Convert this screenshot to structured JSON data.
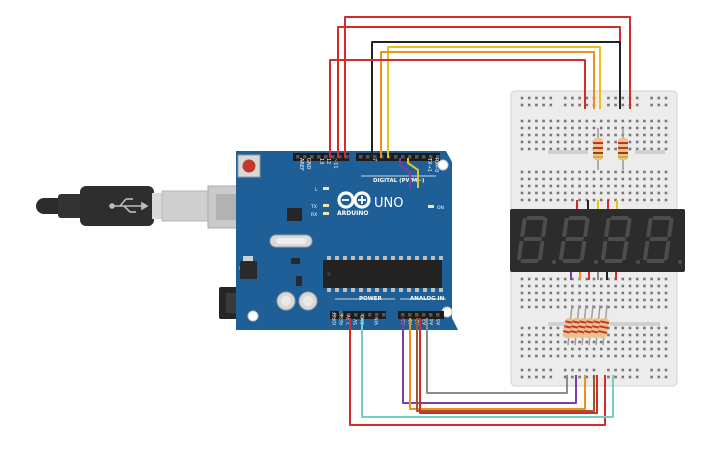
{
  "board": {
    "brand": "ARDUINO",
    "model": "UNO",
    "digital_label": "DIGITAL (PWM~)",
    "power_label": "POWER",
    "analog_label": "ANALOG IN",
    "on_label": "ON",
    "led_l": "L",
    "led_tx": "TX",
    "led_rx": "RX",
    "aref": "AREF",
    "gnd": "GND",
    "pin13": "13",
    "pin12": "12",
    "pin11": "~11",
    "pin7": "7",
    "ioref": "IOREF",
    "reset": "RESET",
    "v33": "3.3V",
    "v5": "5V",
    "gnd_p": "GND",
    "vin": "VIN",
    "a0": "A0",
    "a1": "A1",
    "a2": "A2",
    "a3": "A3",
    "a4": "A4",
    "a5": "A5",
    "tx1": "TX→1",
    "rx0": "RX←0"
  },
  "colors": {
    "board": "#1d5f96",
    "breadboard": "#ececec",
    "display": "#2c2c2c",
    "segment": "#4d4d4d",
    "wire_red": "#d52b2b",
    "wire_black": "#222222",
    "wire_yellow": "#e8c21a",
    "wire_orange": "#ef8f1c",
    "wire_purple": "#7a3fa0",
    "wire_gray": "#8c8c8c",
    "wire_cyan": "#74cdc7",
    "wire_brown": "#9a5a2a"
  },
  "display": {
    "digit_count": 4
  }
}
